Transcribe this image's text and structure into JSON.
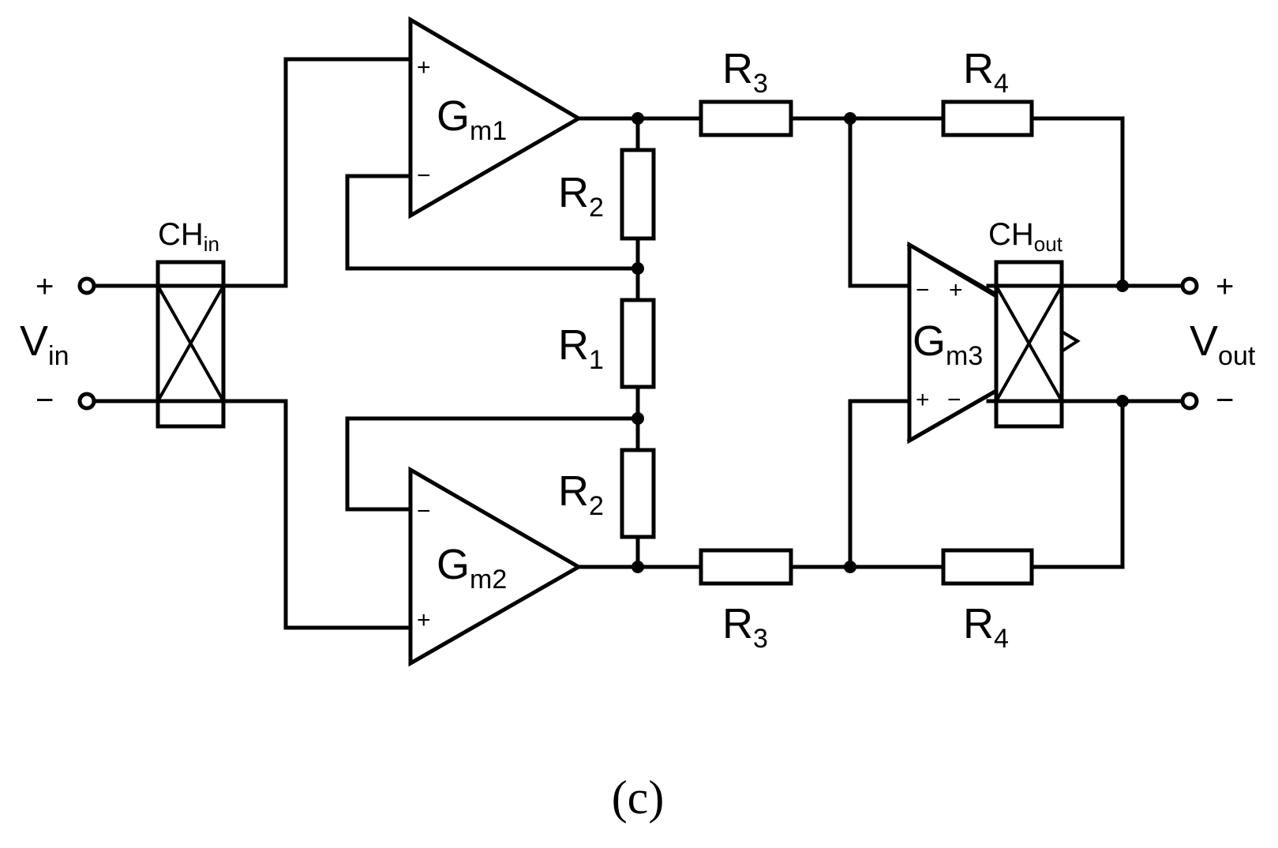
{
  "labels": {
    "vin_main": "V",
    "vin_sub": "in",
    "vout_main": "V",
    "vout_sub": "out",
    "chin_main": "CH",
    "chin_sub": "in",
    "chout_main": "CH",
    "chout_sub": "out",
    "gm1_main": "G",
    "gm1_sub": "m1",
    "gm2_main": "G",
    "gm2_sub": "m2",
    "gm3_main": "G",
    "gm3_sub": "m3",
    "r_main": "R",
    "r1_sub": "1",
    "r2_sub": "2",
    "r3_sub": "3",
    "r4_sub": "4",
    "plus": "+",
    "minus": "−"
  },
  "caption": "(c)"
}
